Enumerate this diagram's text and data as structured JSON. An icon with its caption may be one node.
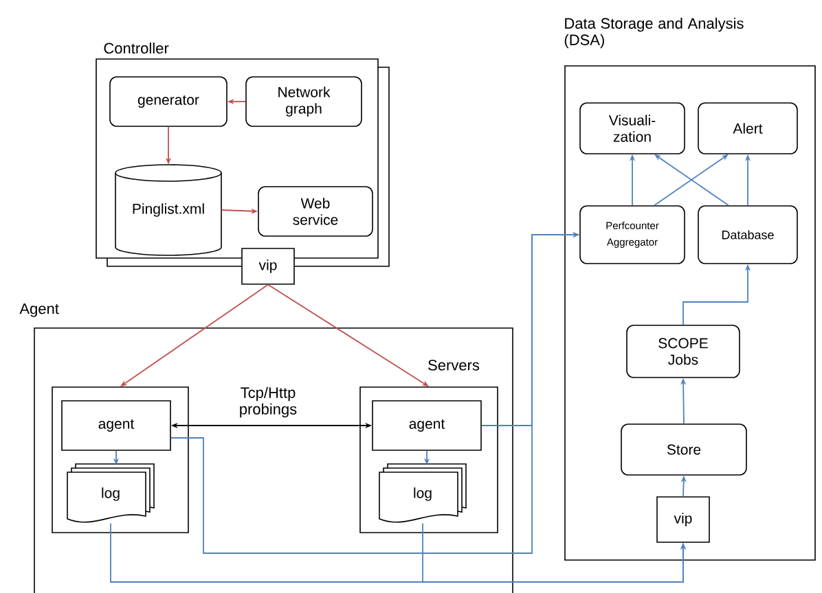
{
  "diagram": {
    "nodes": [
      {
        "text": [
          "Controller"
        ]
      },
      {
        "text": [
          "generator"
        ],
        "in": 0
      },
      {
        "text": [
          "Network graph"
        ],
        "in": 0
      },
      {
        "text": [
          "Pinglist.xml"
        ],
        "in": 0
      },
      {
        "text": [
          "Web service"
        ],
        "in": 0
      },
      {
        "text": [
          "vip"
        ]
      },
      {
        "text": [
          "Agent"
        ]
      },
      {
        "text": [],
        "shape": "box",
        "in": 6
      },
      {
        "text": [
          "agent"
        ],
        "in": 7
      },
      {
        "text": [
          "log"
        ],
        "in": 7
      },
      {
        "text": [],
        "shape": "box",
        "in": 6
      },
      {
        "text": [
          "agent"
        ],
        "in": 10
      },
      {
        "text": [
          "log"
        ],
        "in": 10
      },
      {
        "text": [
          "Data Storage and Analysis (DSA)"
        ]
      },
      {
        "text": [
          "Visuali- zation"
        ],
        "in": 13
      },
      {
        "text": [
          "Alert"
        ],
        "in": 13
      },
      {
        "text": [
          "Perfcounter Aggregator"
        ],
        "in": 13
      },
      {
        "text": [
          "Database"
        ],
        "in": 13
      },
      {
        "text": [
          "SCOPE Jobs"
        ],
        "in": 13
      },
      {
        "text": [
          "Store"
        ],
        "in": 13
      },
      {
        "text": [
          "vip"
        ],
        "in": 13
      }
    ],
    "edges": [
      {
        "from": 2,
        "to": 1,
        "arrow": "to",
        "color": "#c0504d"
      },
      {
        "from": 1,
        "to": 3,
        "arrow": "to",
        "color": "#c0504d"
      },
      {
        "from": 3,
        "to": 4,
        "arrow": "to",
        "color": "#c0504d"
      },
      {
        "from": 5,
        "to": 7,
        "arrow": "to",
        "color": "#c0504d"
      },
      {
        "from": 5,
        "to": 10,
        "arrow": "to",
        "color": "#c0504d"
      },
      {
        "from": 8,
        "to": 11,
        "arrow": "both",
        "label": "Tcp/Http probings",
        "color": "#000000"
      },
      {
        "from": 8,
        "to": 9,
        "arrow": "to"
      },
      {
        "from": 11,
        "to": 12,
        "arrow": "to"
      },
      {
        "from": 8,
        "to": 16,
        "arrow": "to"
      },
      {
        "from": 11,
        "to": 16,
        "arrow": "to"
      },
      {
        "from": 9,
        "to": 20,
        "arrow": "to"
      },
      {
        "from": 12,
        "to": 20,
        "arrow": "to"
      },
      {
        "from": 20,
        "to": 19,
        "arrow": "to"
      },
      {
        "from": 19,
        "to": 18,
        "arrow": "to"
      },
      {
        "from": 18,
        "to": 17,
        "arrow": "to"
      },
      {
        "from": 16,
        "to": 14,
        "arrow": "to"
      },
      {
        "from": 16,
        "to": 15,
        "arrow": "to"
      },
      {
        "from": 17,
        "to": 14,
        "arrow": "to"
      },
      {
        "from": 17,
        "to": 15,
        "arrow": "to"
      }
    ],
    "labels": [
      "Servers"
    ]
  }
}
